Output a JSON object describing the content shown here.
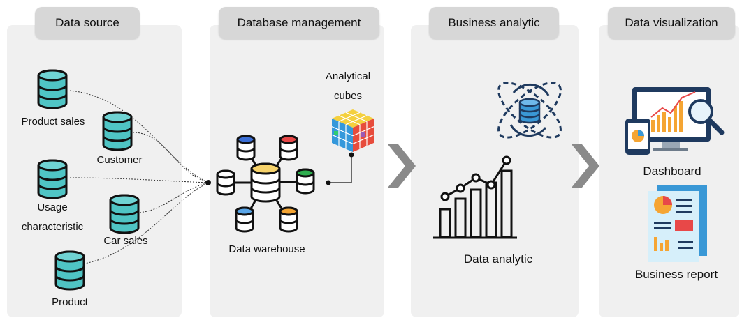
{
  "headers": {
    "data_source": "Data source",
    "database_management": "Database management",
    "business_analytic": "Business analytic",
    "data_visualization": "Data visualization"
  },
  "sources": {
    "product_sales": "Product sales",
    "customer": "Customer",
    "usage_line1": "Usage",
    "usage_line2": "characteristic",
    "car_sales": "Car sales",
    "product": "Product"
  },
  "database": {
    "cubes_line1": "Analytical",
    "cubes_line2": "cubes",
    "warehouse": "Data warehouse"
  },
  "analytics": {
    "data_analytic": "Data analytic"
  },
  "visualization": {
    "dashboard": "Dashboard",
    "business_report": "Business report"
  },
  "colors": {
    "panel": "#f0f0f0",
    "header": "#d7d7d7",
    "teal": "#4fc4c4",
    "arrow": "#8a8a8a",
    "navy": "#1f3a5f",
    "orange": "#f5a533",
    "blue": "#3a98d6"
  }
}
